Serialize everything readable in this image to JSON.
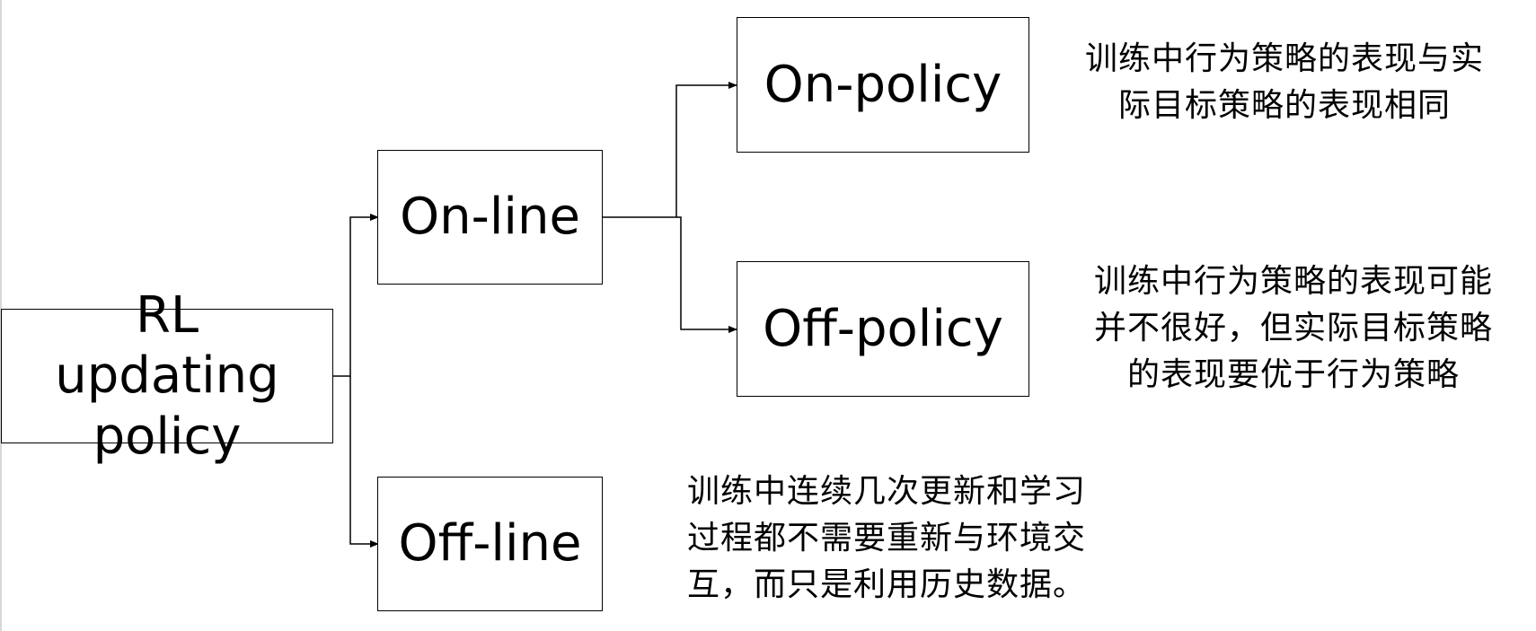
{
  "nodes": {
    "root": {
      "label": "RL updating policy"
    },
    "online": {
      "label": "On-line"
    },
    "offline": {
      "label": "Off-line"
    },
    "onpolicy": {
      "label": "On-policy"
    },
    "offpolicy": {
      "label": "Off-policy"
    }
  },
  "notes": {
    "onpolicy": [
      "训练中行为策略的表现与实",
      "际目标策略的表现相同"
    ],
    "offpolicy": [
      "训练中行为策略的表现可能",
      "并不很好，但实际目标策略",
      "的表现要优于行为策略"
    ],
    "offline": [
      "训练中连续几次更新和学习",
      "过程都不需要重新与环境交",
      "互，而只是利用历史数据。"
    ]
  },
  "colors": {
    "stroke": "#000000",
    "background": "#ffffff"
  }
}
